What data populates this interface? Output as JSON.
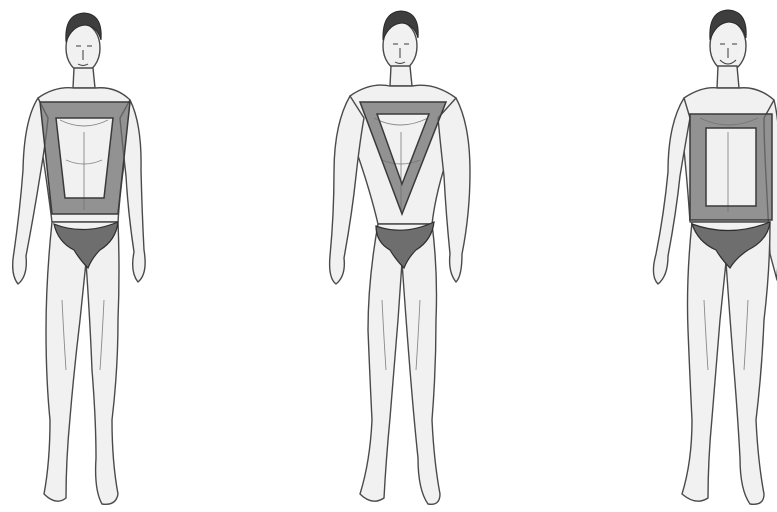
{
  "figures": [
    {
      "shape": "trapezoid",
      "overlay_color": "#6d6d6d"
    },
    {
      "shape": "inverted-triangle",
      "overlay_color": "#6d6d6d"
    },
    {
      "shape": "rectangle",
      "overlay_color": "#6d6d6d"
    }
  ]
}
